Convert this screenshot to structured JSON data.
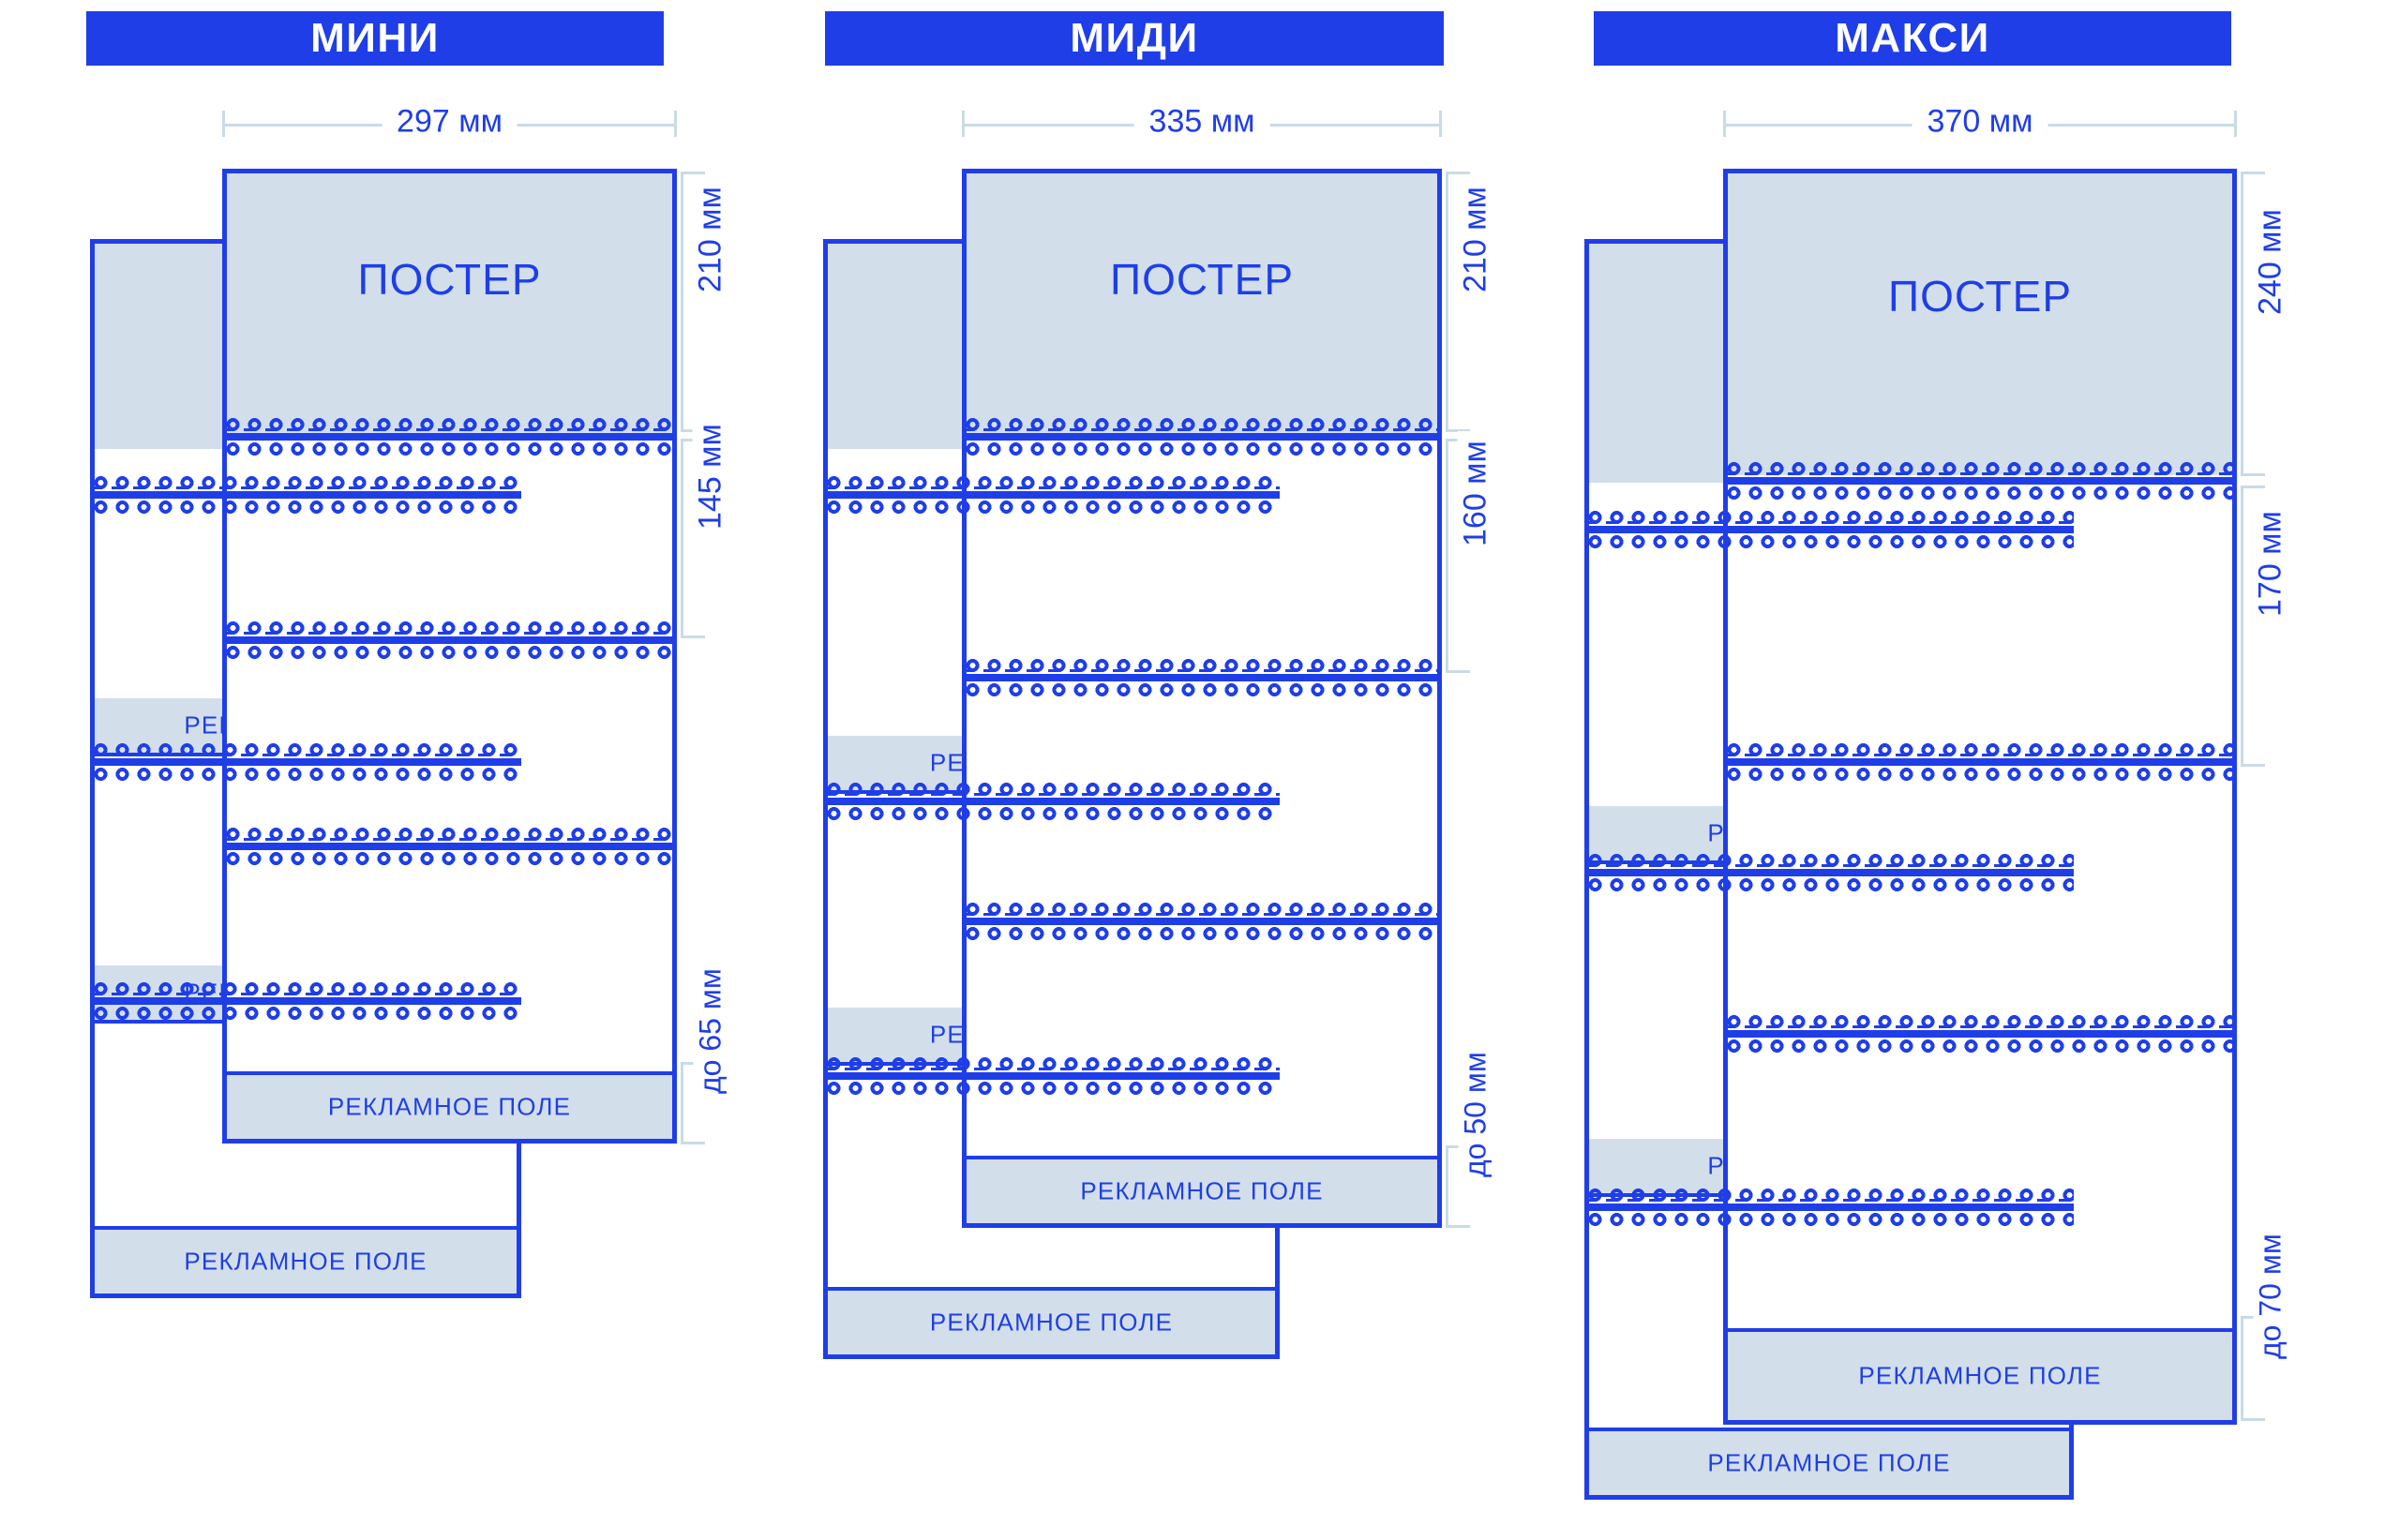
{
  "colors": {
    "brand_blue": "#1f3ee8",
    "fill_light_blue": "#d2dfea",
    "callout_grey": "#c9dbe6",
    "header_text": "#ffffff",
    "background": "#ffffff"
  },
  "labels": {
    "poster": "ПОСТЕР",
    "ad_field": "РЕКЛАМНОЕ ПОЛЕ",
    "ad_field_clipped": "РЕКЛАМНОЕ ПОЛЕ"
  },
  "panels": [
    {
      "id": "mini",
      "title": "МИНИ",
      "width_label": "297 мм",
      "poster_height_label": "210 мм",
      "block_height_label": "145 мм",
      "ad_field_label": "до 65 мм",
      "front_poster_text": "ПОСТЕР",
      "front_ad_text": "РЕКЛАМНОЕ ПОЛЕ",
      "back_ad_text": "РЕКЛАМНОЕ ПОЛЕ",
      "back_bands": [
        "РЕКЛАМНОЕ ПОЛЕ",
        "РЕКЛАМНОЕ ПОЛЕ"
      ]
    },
    {
      "id": "midi",
      "title": "МИДИ",
      "width_label": "335 мм",
      "poster_height_label": "210 мм",
      "block_height_label": "160 мм",
      "ad_field_label": "до 50 мм",
      "front_poster_text": "ПОСТЕР",
      "front_ad_text": "РЕКЛАМНОЕ ПОЛЕ",
      "back_ad_text": "РЕКЛАМНОЕ ПОЛЕ",
      "back_bands": [
        "РЕКЛАМНОЕ ПОЛЕ",
        "РЕКЛАМНОЕ ПОЛЕ"
      ]
    },
    {
      "id": "maxi",
      "title": "МАКСИ",
      "width_label": "370 мм",
      "poster_height_label": "240 мм",
      "block_height_label": "170 мм",
      "ad_field_label": "до 70 мм",
      "front_poster_text": "ПОСТЕР",
      "front_ad_text": "РЕКЛАМНОЕ ПОЛЕ",
      "back_ad_text": "РЕКЛАМНОЕ ПОЛЕ",
      "back_bands": [
        "РЕКЛАМНОЕ ПОЛЕ",
        "РЕКЛАМНОЕ ПОЛЕ"
      ]
    }
  ]
}
